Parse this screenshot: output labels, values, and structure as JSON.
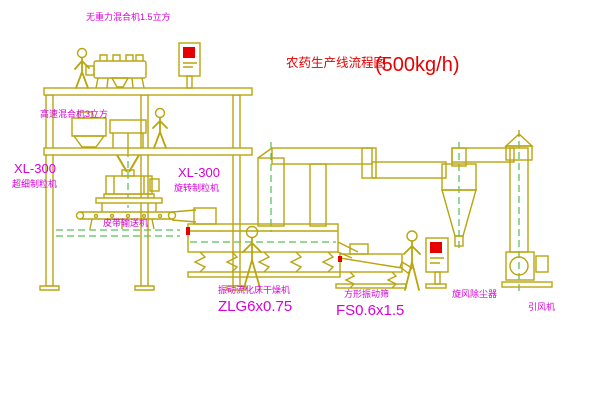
{
  "title": {
    "name": "农药生产线流程图",
    "capacity": "(500kg/h)"
  },
  "labels": {
    "gravity_mixer": "无重力混合机1.5立方",
    "high_speed_mixer": "高速混合机3立方",
    "granulator_left": {
      "model": "XL-300",
      "name": "超细制粒机"
    },
    "granulator_right": {
      "model": "XL-300",
      "name": "旋转制粒机"
    },
    "belt_conveyor": "皮带输送机",
    "fluid_bed_dryer": {
      "name": "振动流化床干燥机",
      "model": "ZLG6x0.75"
    },
    "vibrating_screen": {
      "name": "方形振动筛",
      "model": "FS0.6x1.5"
    },
    "cyclone": "旋风除尘器",
    "fan": "引风机"
  },
  "colors": {
    "drawing_line": "#b9a50e",
    "centerline_green": "#2faf2f",
    "label_magenta": "#d800d8",
    "title_red": "#e80000",
    "alert_red": "#e60000",
    "background": "#ffffff"
  }
}
